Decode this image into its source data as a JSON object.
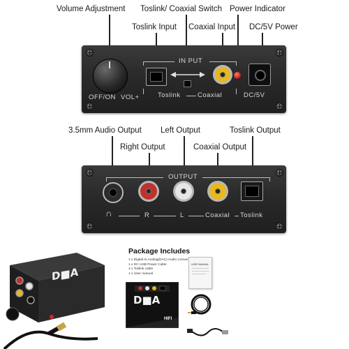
{
  "top_callouts": {
    "volume": "Volume Adjustment",
    "switch": "Toslink/ Coaxial Switch",
    "power_indicator": "Power Indicator",
    "toslink_input": "Toslink Input",
    "coaxial_input": "Coaxial Input",
    "dc_power": "DC/5V Power"
  },
  "front_panel": {
    "input_label": "IN PUT",
    "off_on": "OFF/ON",
    "vol_plus": "VOL+",
    "toslink": "Toslink",
    "coaxial": "Coaxial",
    "dc": "DC/5V"
  },
  "bottom_callouts": {
    "audio_35": "3.5mm Audio Output",
    "left_output": "Left Output",
    "toslink_output": "Toslink Output",
    "right_output": "Right Output",
    "coaxial_output": "Coaxial Output"
  },
  "back_panel": {
    "output_label": "OUTPUT",
    "headphone_symbol": "∩",
    "r": "R",
    "l": "L",
    "coaxial": "Coaxial",
    "toslink": "Toslink"
  },
  "package": {
    "title": "Package Includes",
    "items": [
      "1 x Digital to Analog(DAC) Audio Converter",
      "1 x DC USB Power Cable",
      "1 x Toslink cable",
      "1 x User manual"
    ],
    "manual_label": "USER MANUAL",
    "box_logo": "D■A",
    "box_hifi": "HIFI"
  },
  "device_logo": "D■A",
  "colors": {
    "rca_red": "#c0312b",
    "rca_white": "#e6e6e6",
    "rca_yellow": "#e8b81c",
    "led_red": "#d2261e",
    "panel": "#262626"
  }
}
